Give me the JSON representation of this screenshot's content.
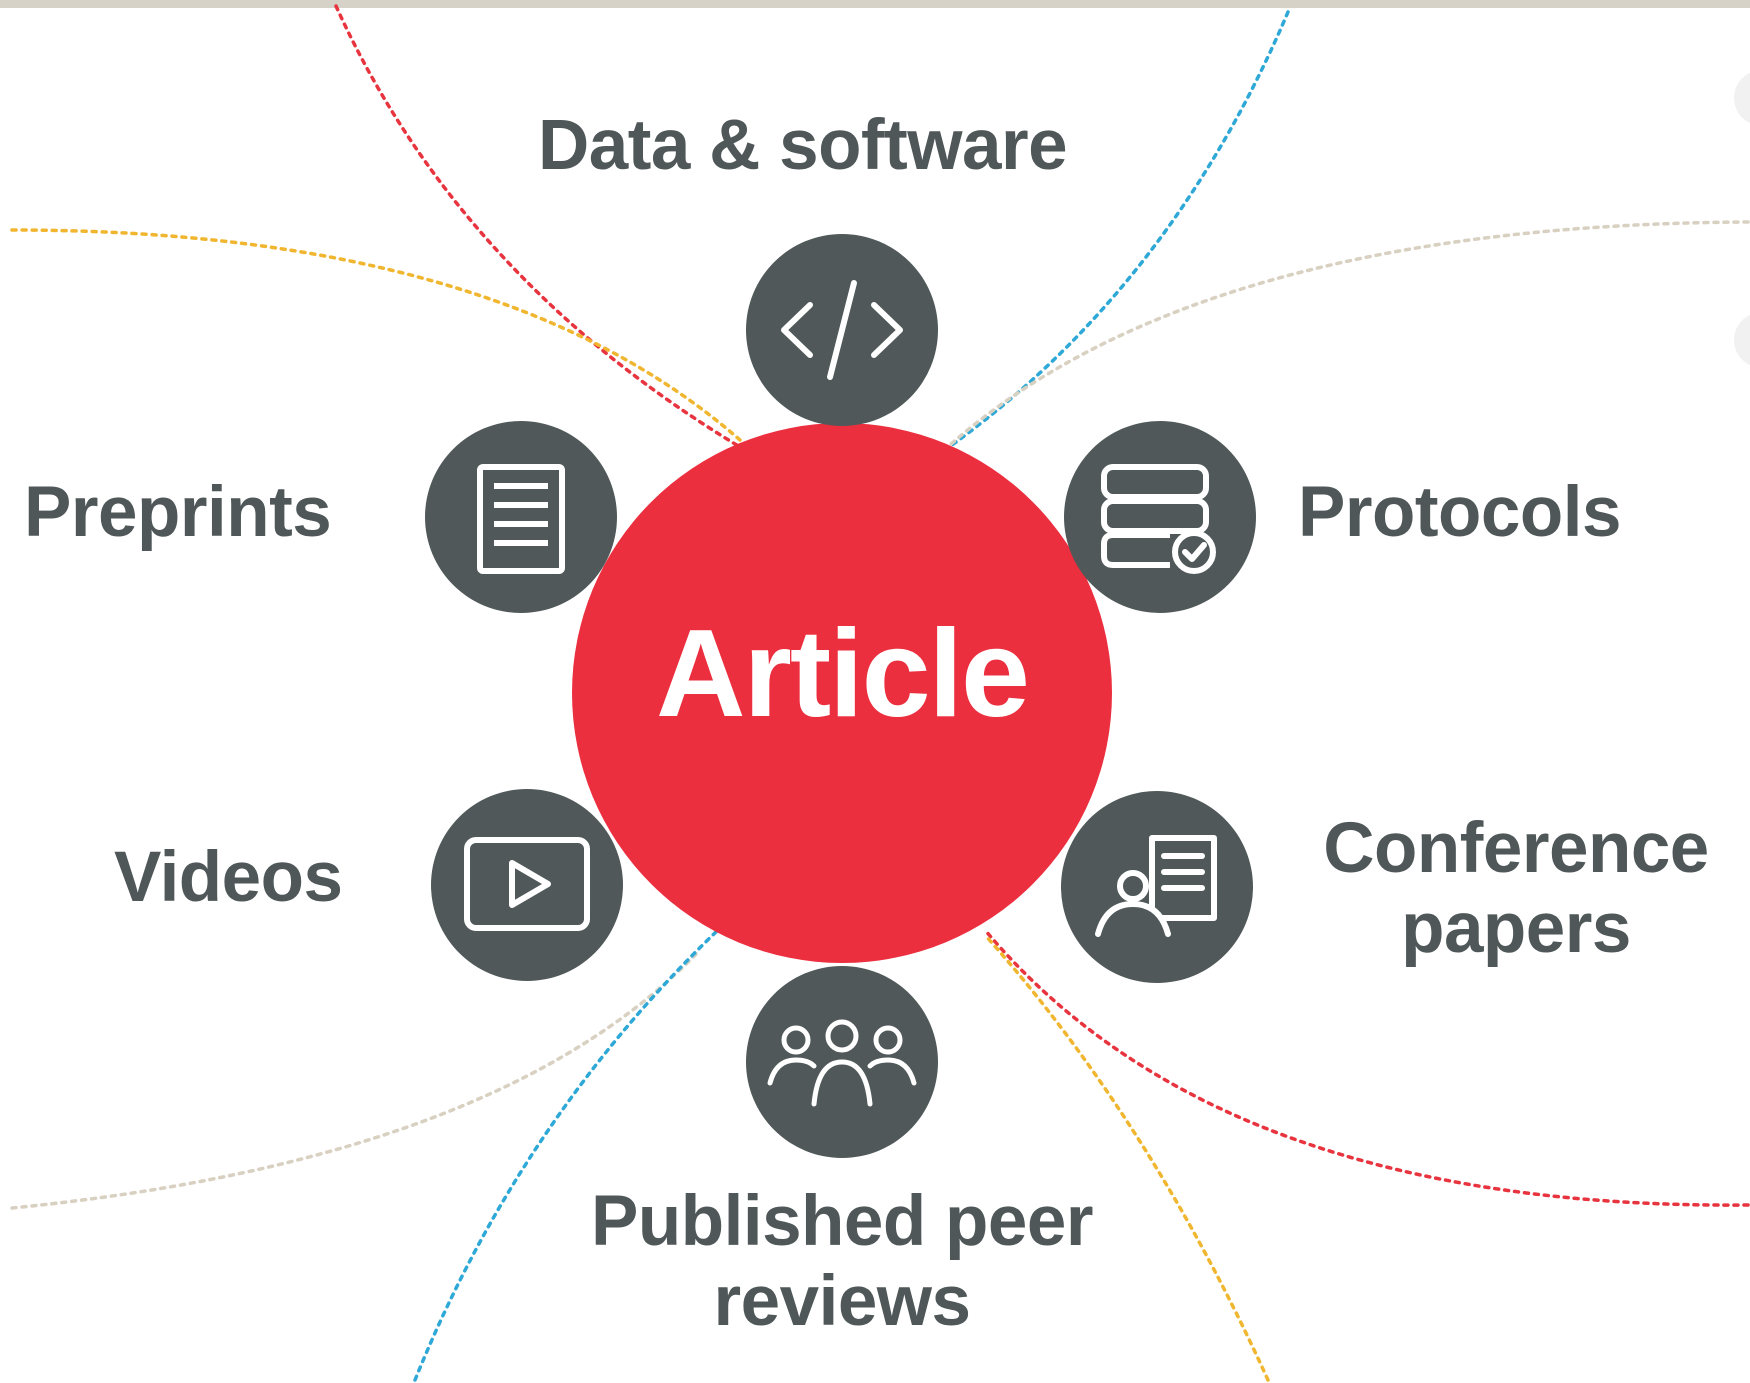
{
  "center": {
    "label": "Article",
    "color": "#ec2f3f"
  },
  "node_color": "#505859",
  "line_colors": {
    "red": "#e8343f",
    "blue": "#2ea8d6",
    "yellow": "#f0b62f",
    "beige": "#d8d0c0"
  },
  "nodes": [
    {
      "id": "data-software",
      "label": "Data & software",
      "icon": "code-icon"
    },
    {
      "id": "preprints",
      "label": "Preprints",
      "icon": "document-icon"
    },
    {
      "id": "protocols",
      "label": "Protocols",
      "icon": "database-check-icon"
    },
    {
      "id": "videos",
      "label": "Videos",
      "icon": "video-play-icon"
    },
    {
      "id": "conference-papers",
      "label_lines": [
        "Conference",
        "papers"
      ],
      "icon": "presenter-document-icon"
    },
    {
      "id": "peer-reviews",
      "label_lines": [
        "Published peer",
        "reviews"
      ],
      "icon": "group-icon"
    }
  ]
}
